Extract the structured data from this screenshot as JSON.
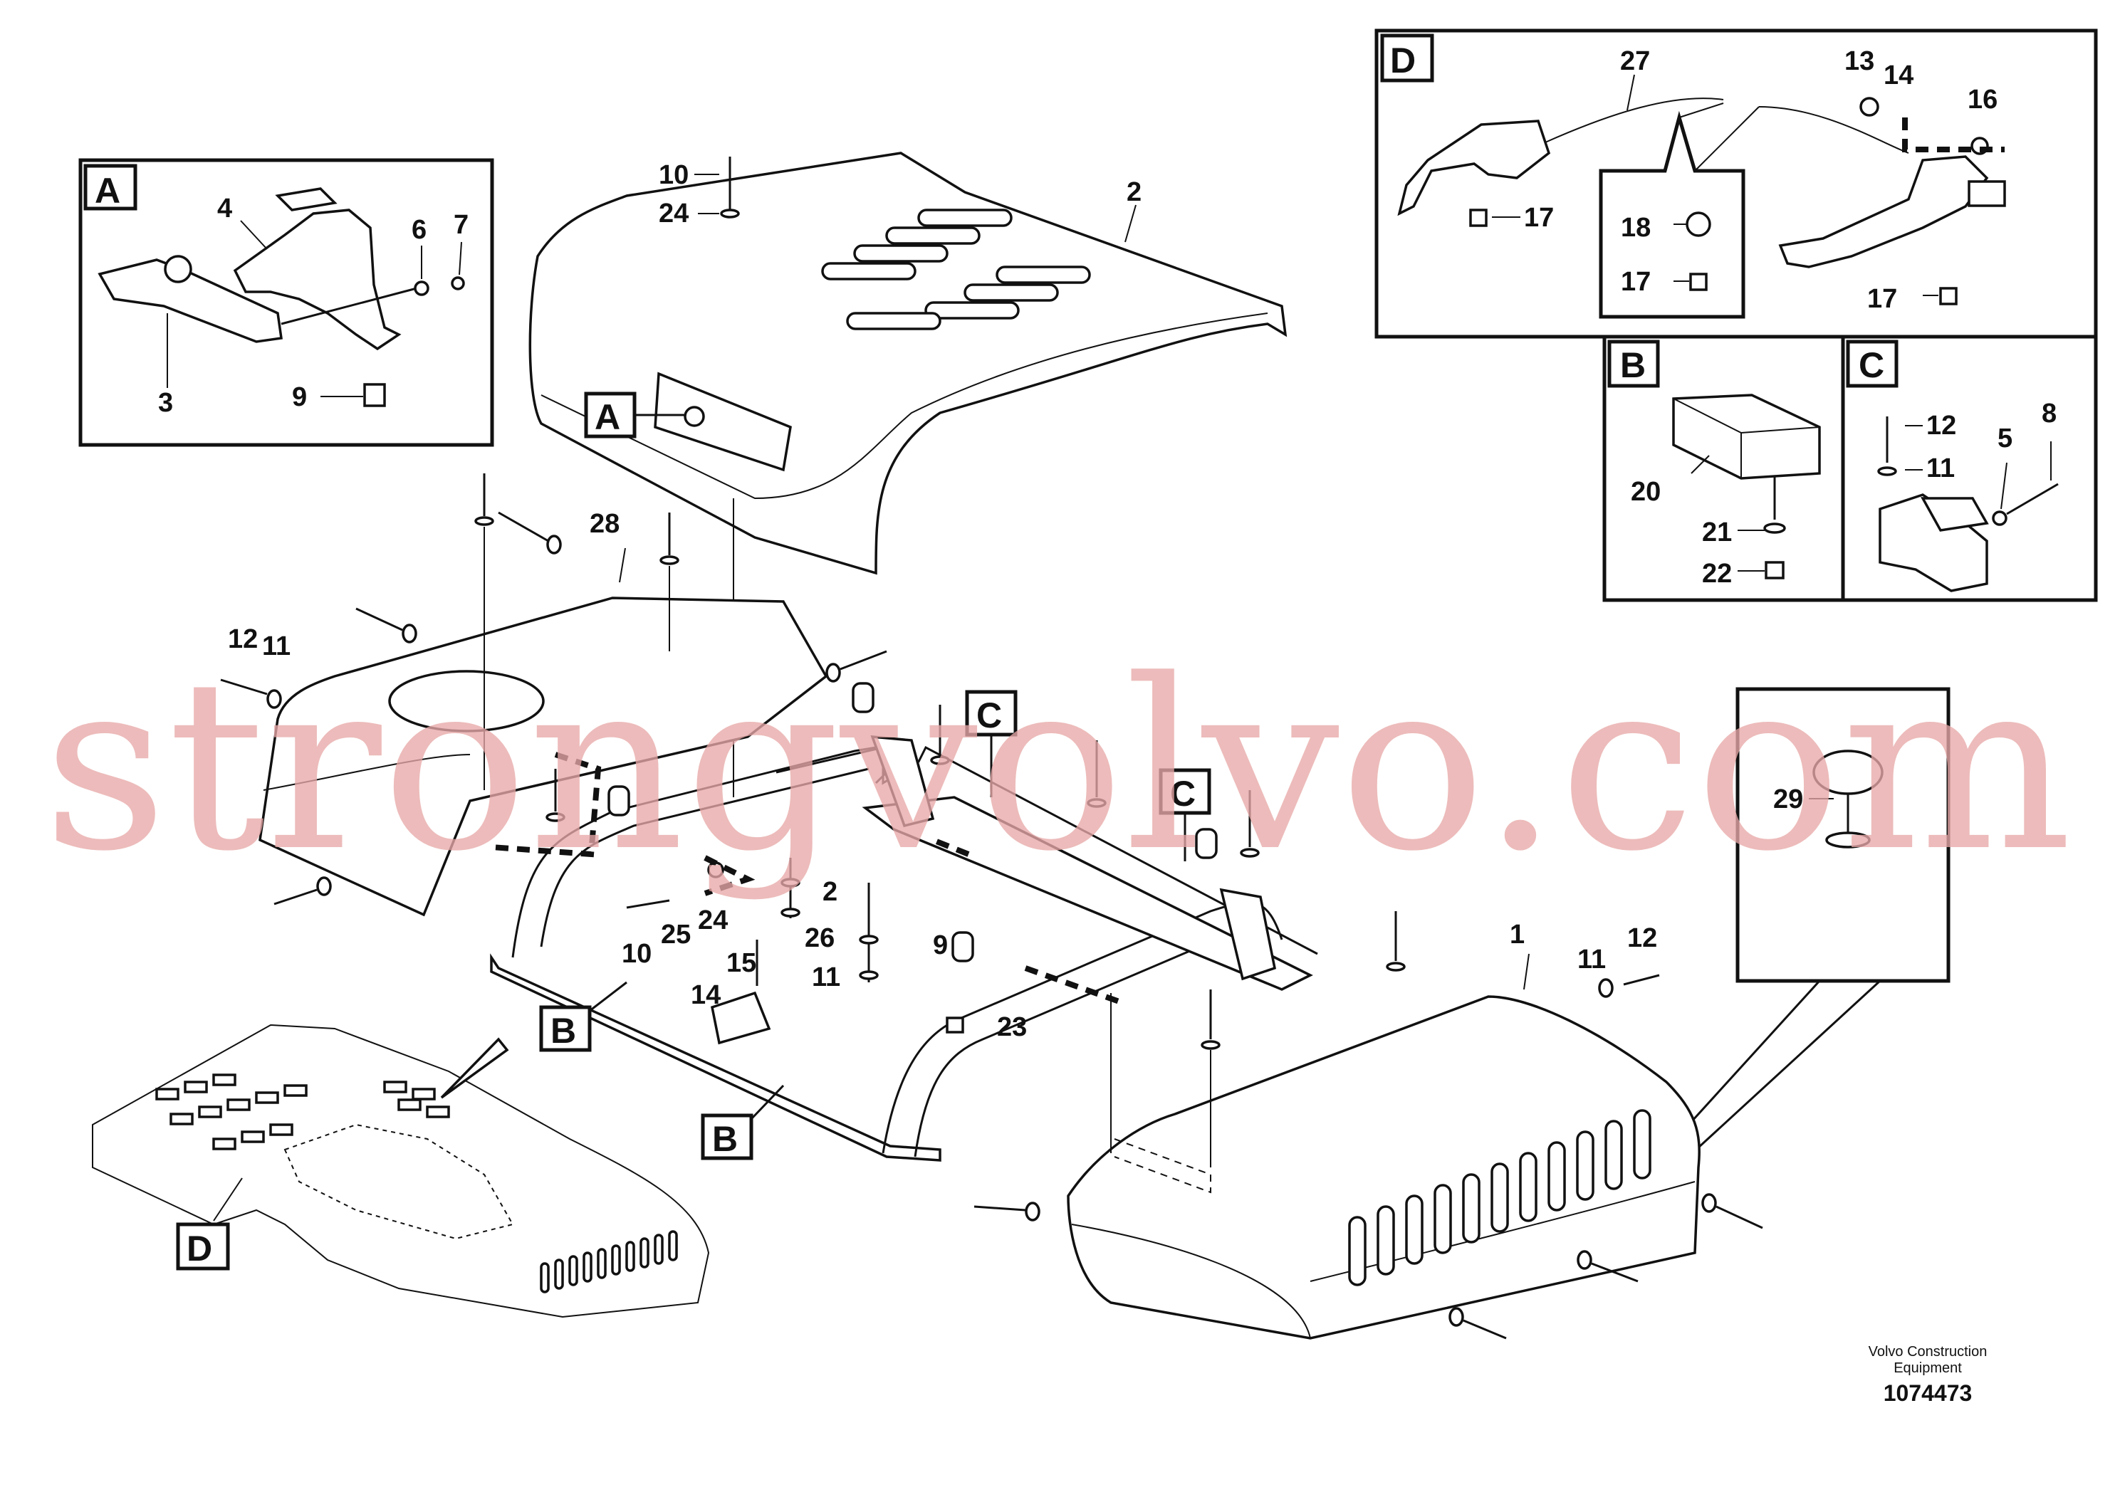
{
  "diagram": {
    "detail_letters": [
      "A",
      "B",
      "C",
      "D"
    ],
    "callouts": [
      {
        "id": "lbl-10a",
        "text": "10"
      },
      {
        "id": "lbl-24a",
        "text": "24"
      },
      {
        "id": "lbl-2a",
        "text": "2"
      },
      {
        "id": "lbl-28",
        "text": "28"
      },
      {
        "id": "lbl-12a",
        "text": "12"
      },
      {
        "id": "lbl-11a",
        "text": "11"
      },
      {
        "id": "lbl-24b",
        "text": "24"
      },
      {
        "id": "lbl-10b",
        "text": "10"
      },
      {
        "id": "lbl-25",
        "text": "25"
      },
      {
        "id": "lbl-2b",
        "text": "2"
      },
      {
        "id": "lbl-26",
        "text": "26"
      },
      {
        "id": "lbl-11b",
        "text": "11"
      },
      {
        "id": "lbl-19",
        "text": "9"
      },
      {
        "id": "lbl-15",
        "text": "15"
      },
      {
        "id": "lbl-14m",
        "text": "14"
      },
      {
        "id": "lbl-23",
        "text": "23"
      },
      {
        "id": "lbl-1",
        "text": "1"
      },
      {
        "id": "lbl-11c",
        "text": "11"
      },
      {
        "id": "lbl-12c",
        "text": "12"
      },
      {
        "id": "lbl-29",
        "text": "29"
      }
    ],
    "detail_a": {
      "title": "A",
      "labels": [
        {
          "text": "4"
        },
        {
          "text": "6"
        },
        {
          "text": "7"
        },
        {
          "text": "3"
        },
        {
          "text": "9"
        }
      ]
    },
    "detail_b": {
      "title": "B",
      "labels": [
        {
          "text": "20"
        },
        {
          "text": "21"
        },
        {
          "text": "22"
        }
      ]
    },
    "detail_c": {
      "title": "C",
      "labels": [
        {
          "text": "12"
        },
        {
          "text": "11"
        },
        {
          "text": "8"
        },
        {
          "text": "5"
        }
      ]
    },
    "detail_d": {
      "title": "D",
      "labels": [
        {
          "text": "27"
        },
        {
          "text": "13"
        },
        {
          "text": "14"
        },
        {
          "text": "16"
        },
        {
          "text": "17"
        },
        {
          "text": "18"
        },
        {
          "text": "17"
        },
        {
          "text": "17"
        }
      ]
    },
    "credit_line1": "Volvo Construction",
    "credit_line2": "Equipment",
    "drawing_number": "1074473",
    "watermark": "strongvolvo.com"
  }
}
